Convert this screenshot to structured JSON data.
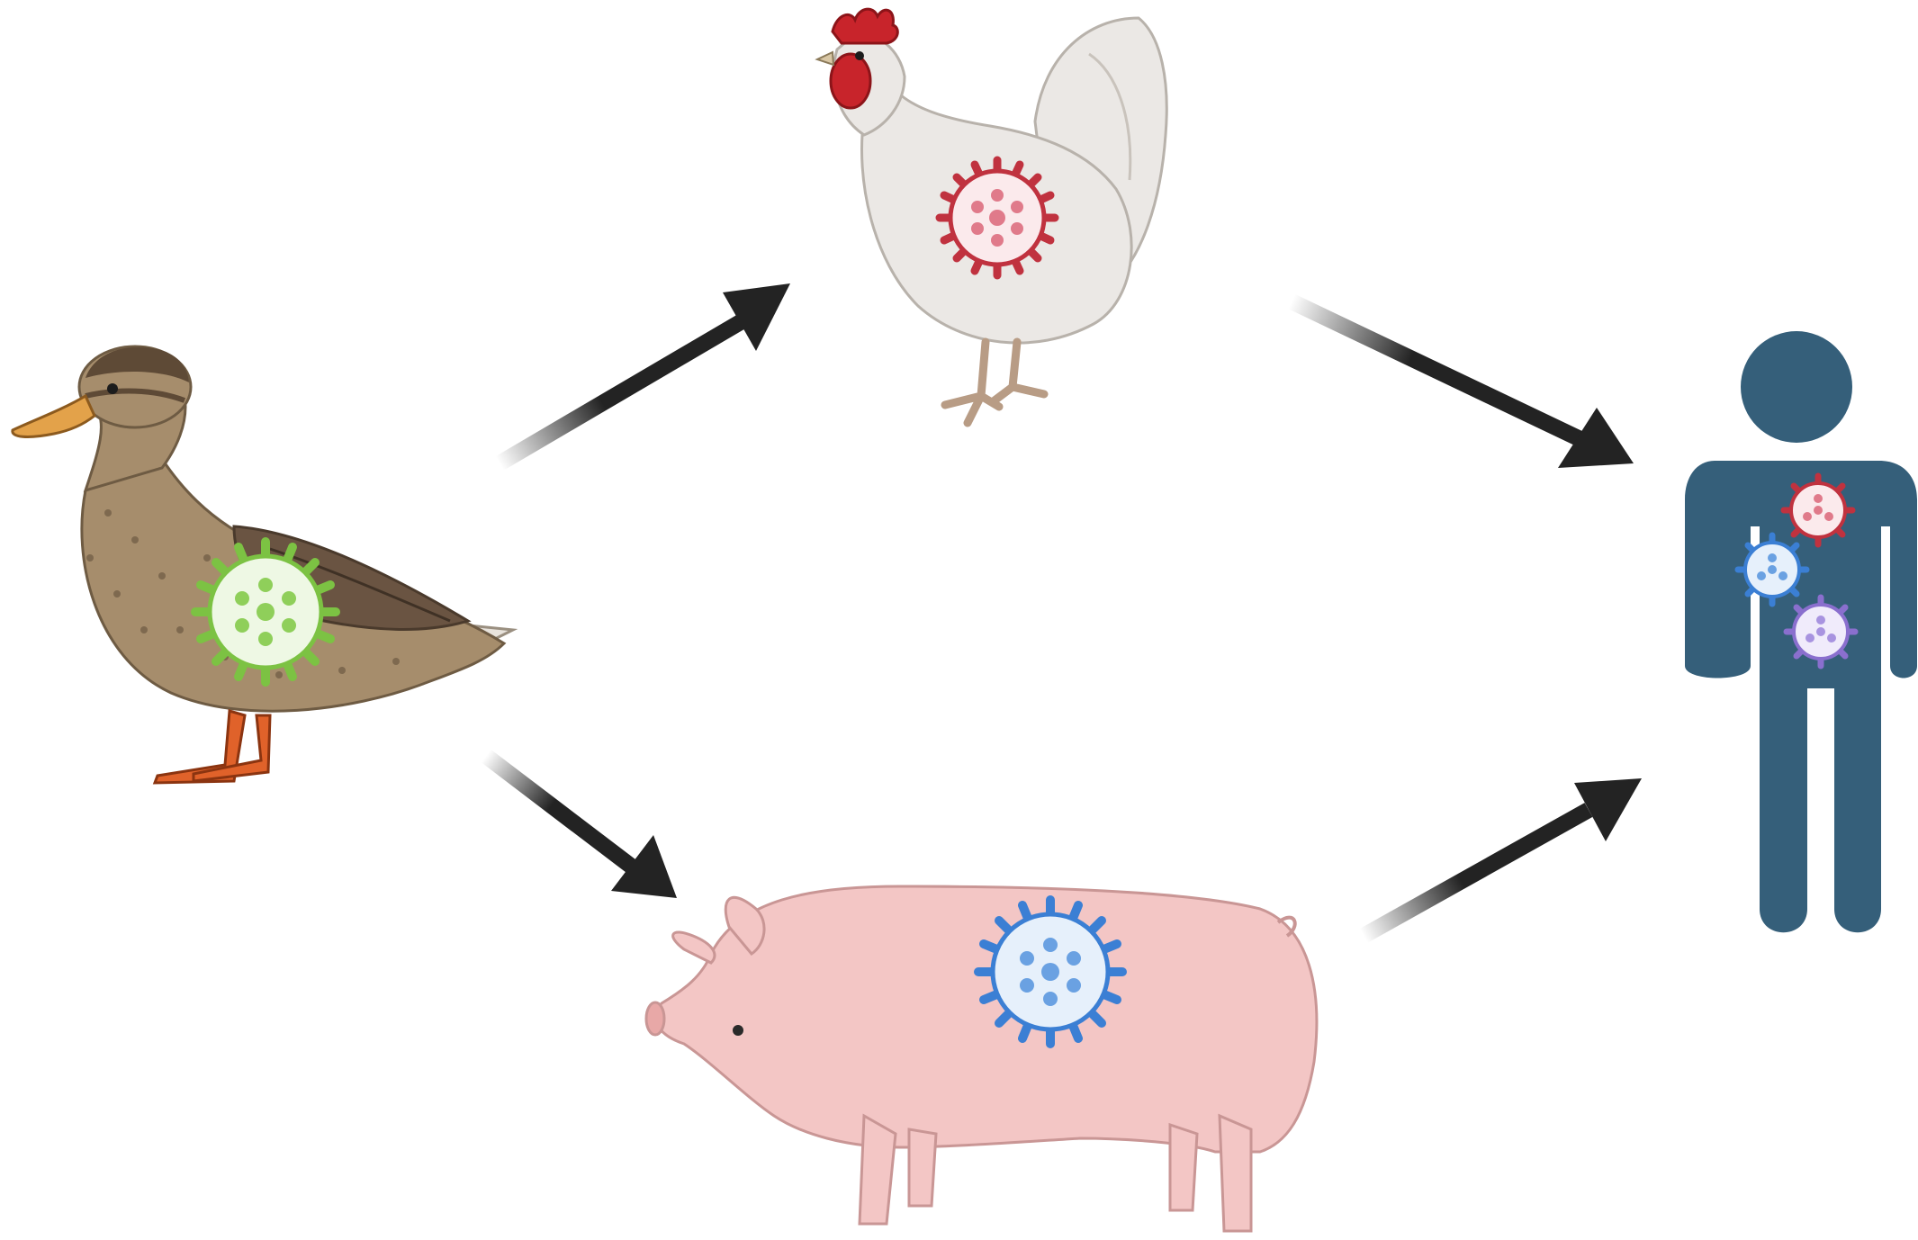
{
  "diagram": {
    "nodes": [
      {
        "id": "duck",
        "icon": "duck-icon",
        "virus_color": "#7cc243"
      },
      {
        "id": "chicken",
        "icon": "chicken-icon",
        "virus_color": "#c0323f"
      },
      {
        "id": "pig",
        "icon": "pig-icon",
        "virus_color": "#3b7fd4"
      },
      {
        "id": "human",
        "icon": "human-icon",
        "body_color": "#355f7a",
        "virus_colors": [
          "#c0323f",
          "#3b7fd4",
          "#8a6fce"
        ]
      }
    ],
    "edges": [
      {
        "from": "duck",
        "to": "chicken"
      },
      {
        "from": "duck",
        "to": "pig"
      },
      {
        "from": "chicken",
        "to": "human"
      },
      {
        "from": "pig",
        "to": "human"
      }
    ],
    "arrow_color": "#232323"
  }
}
